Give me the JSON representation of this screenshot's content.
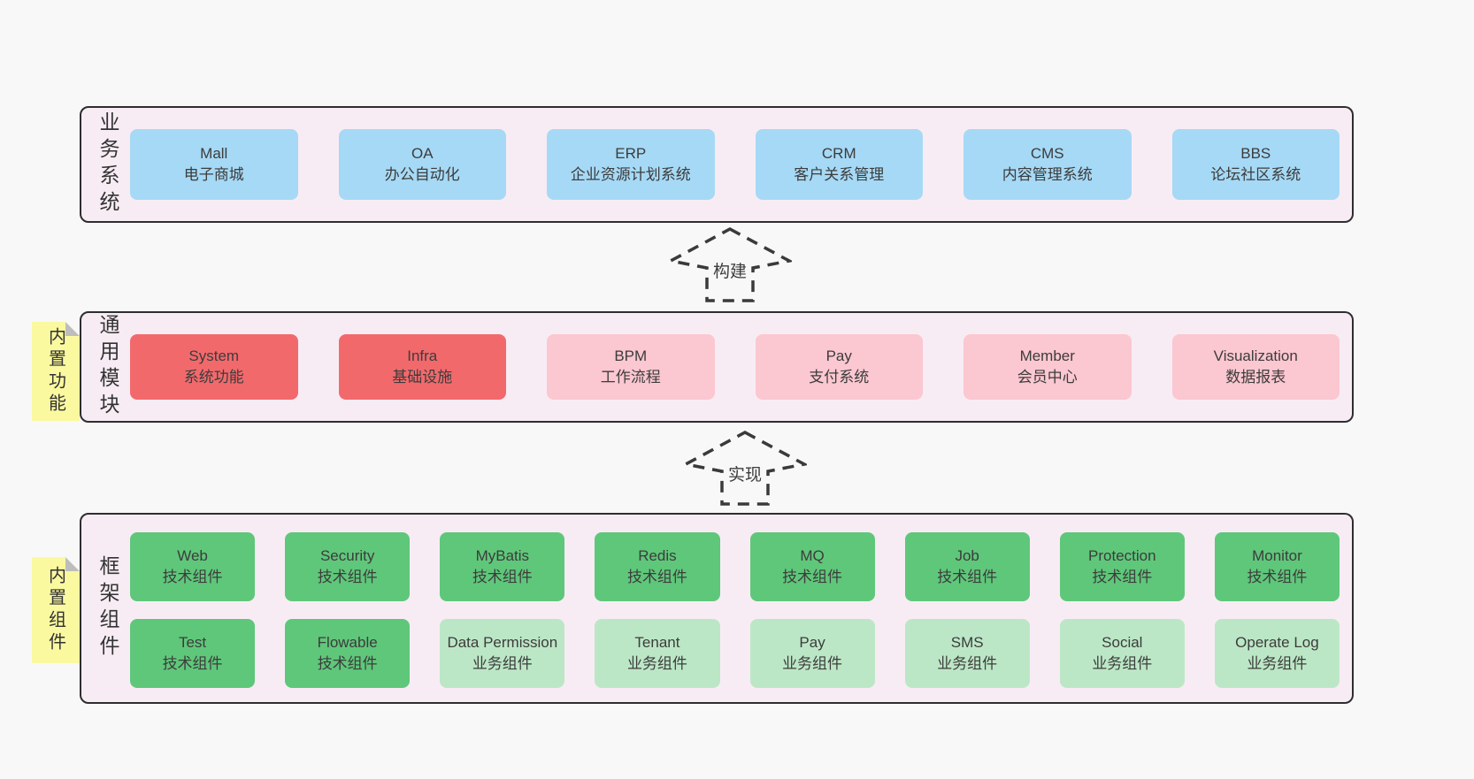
{
  "colors": {
    "blue": "#a6d9f5",
    "red": "#f2696c",
    "pink": "#fbc7d0",
    "green": "#5fc77a",
    "green_light": "#bce7c6",
    "container_bg": "#f8ecf4",
    "container_border": "#2e2e2e",
    "tab_bg": "#fbf9a0",
    "tab_fold": "#bdbdbd",
    "page_bg": "#f8f8f8",
    "text": "#3c3c3c"
  },
  "arrows": [
    {
      "label": "构建"
    },
    {
      "label": "实现"
    }
  ],
  "tabs": [
    {
      "label": "内置功能"
    },
    {
      "label": "内置组件"
    }
  ],
  "layers": [
    {
      "label": "业务系统",
      "boxes": [
        {
          "title": "Mall",
          "subtitle": "电子商城"
        },
        {
          "title": "OA",
          "subtitle": "办公自动化"
        },
        {
          "title": "ERP",
          "subtitle": "企业资源计划系统"
        },
        {
          "title": "CRM",
          "subtitle": "客户关系管理"
        },
        {
          "title": "CMS",
          "subtitle": "内容管理系统"
        },
        {
          "title": "BBS",
          "subtitle": "论坛社区系统"
        }
      ]
    },
    {
      "label": "通用模块",
      "boxes": [
        {
          "title": "System",
          "subtitle": "系统功能"
        },
        {
          "title": "Infra",
          "subtitle": "基础设施"
        },
        {
          "title": "BPM",
          "subtitle": "工作流程"
        },
        {
          "title": "Pay",
          "subtitle": "支付系统"
        },
        {
          "title": "Member",
          "subtitle": "会员中心"
        },
        {
          "title": "Visualization",
          "subtitle": "数据报表"
        }
      ]
    },
    {
      "label": "框架组件",
      "rows": [
        [
          {
            "title": "Web",
            "subtitle": "技术组件"
          },
          {
            "title": "Security",
            "subtitle": "技术组件"
          },
          {
            "title": "MyBatis",
            "subtitle": "技术组件"
          },
          {
            "title": "Redis",
            "subtitle": "技术组件"
          },
          {
            "title": "MQ",
            "subtitle": "技术组件"
          },
          {
            "title": "Job",
            "subtitle": "技术组件"
          },
          {
            "title": "Protection",
            "subtitle": "技术组件"
          },
          {
            "title": "Monitor",
            "subtitle": "技术组件"
          }
        ],
        [
          {
            "title": "Test",
            "subtitle": "技术组件"
          },
          {
            "title": "Flowable",
            "subtitle": "技术组件"
          },
          {
            "title": "Data Permission",
            "subtitle": "业务组件"
          },
          {
            "title": "Tenant",
            "subtitle": "业务组件"
          },
          {
            "title": "Pay",
            "subtitle": "业务组件"
          },
          {
            "title": "SMS",
            "subtitle": "业务组件"
          },
          {
            "title": "Social",
            "subtitle": "业务组件"
          },
          {
            "title": "Operate Log",
            "subtitle": "业务组件"
          }
        ]
      ]
    }
  ]
}
